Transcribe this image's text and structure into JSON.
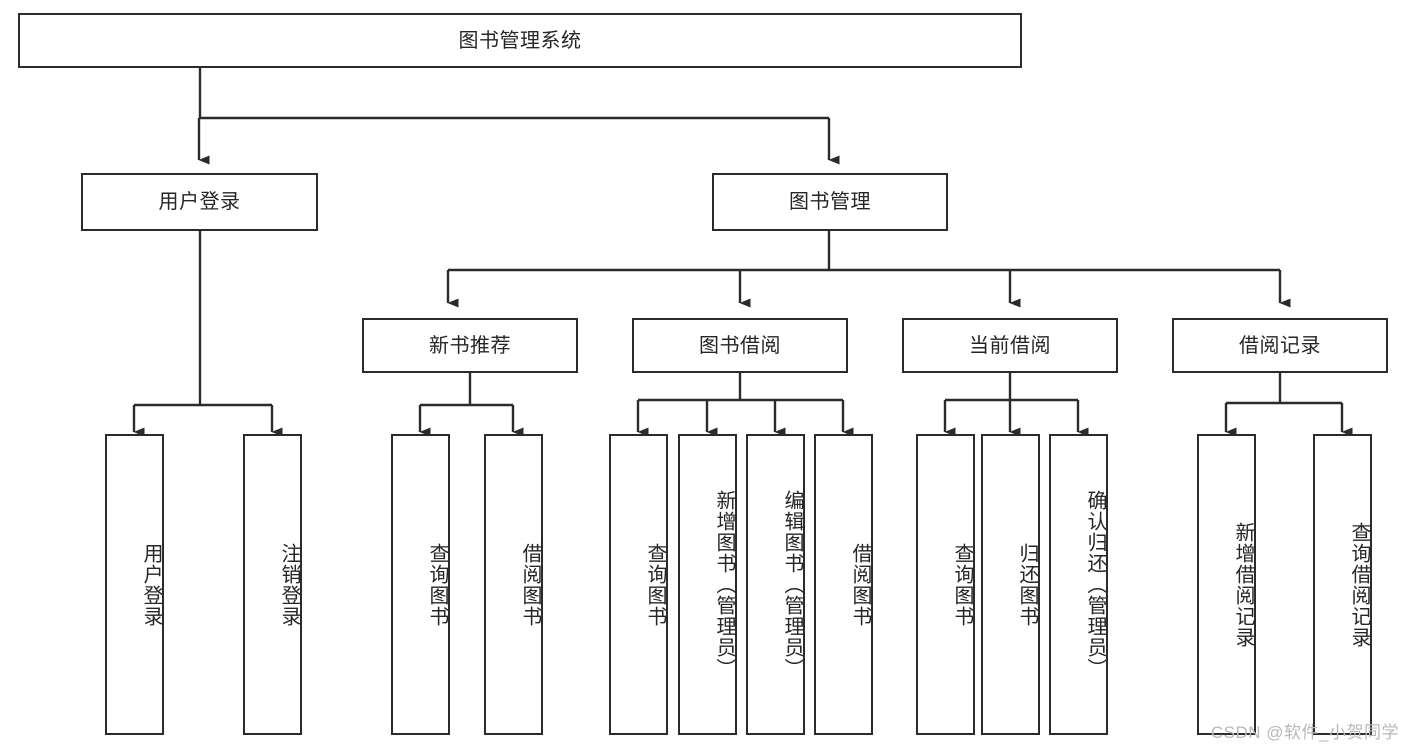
{
  "diagram": {
    "title": "图书管理系统",
    "type": "tree",
    "orientation": "top-down",
    "colors": {
      "box_border": "#2b2b2b",
      "box_fill": "#ffffff",
      "connector": "#2b2b2b",
      "text": "#262626",
      "watermark": "#b8b8b8",
      "background": "#ffffff"
    },
    "root": {
      "label": "图书管理系统"
    },
    "level2": [
      {
        "label": "用户登录"
      },
      {
        "label": "图书管理"
      }
    ],
    "level3": [
      {
        "label": "新书推荐"
      },
      {
        "label": "图书借阅"
      },
      {
        "label": "当前借阅"
      },
      {
        "label": "借阅记录"
      }
    ],
    "leaves": {
      "user_login": [
        {
          "label": "用户登录"
        },
        {
          "label": "注销登录"
        }
      ],
      "new_book_recommend": [
        {
          "label": "查询图书"
        },
        {
          "label": "借阅图书"
        }
      ],
      "book_borrow": [
        {
          "label": "查询图书"
        },
        {
          "label": "新增图书（管理员）"
        },
        {
          "label": "编辑图书（管理员）"
        },
        {
          "label": "借阅图书"
        }
      ],
      "current_borrow": [
        {
          "label": "查询图书"
        },
        {
          "label": "归还图书"
        },
        {
          "label": "确认归还（管理员）"
        }
      ],
      "borrow_record": [
        {
          "label": "新增借阅记录"
        },
        {
          "label": "查询借阅记录"
        }
      ]
    }
  },
  "watermark": {
    "text": "CSDN @软件_小贺同学"
  }
}
